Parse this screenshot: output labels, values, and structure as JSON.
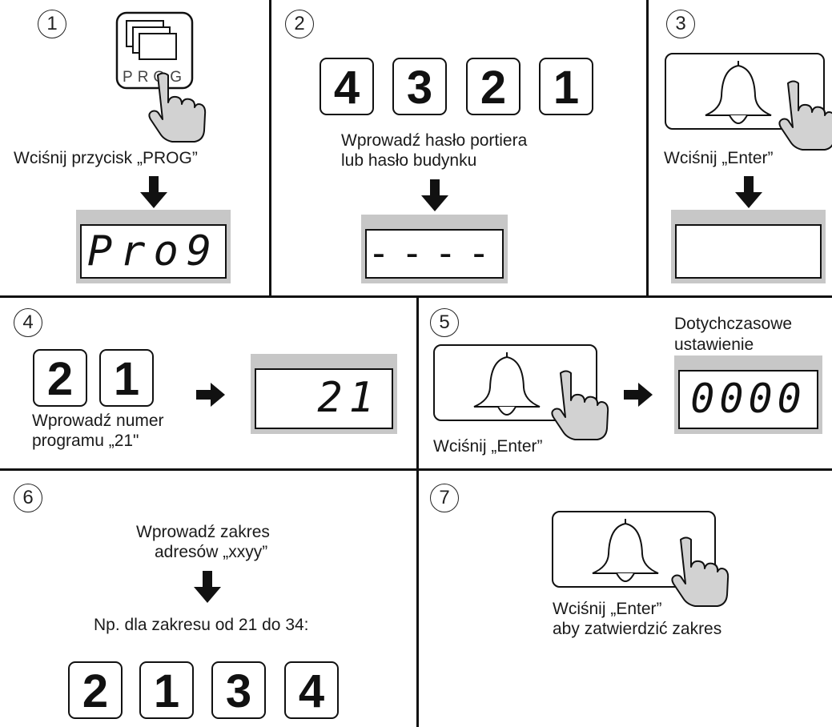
{
  "steps": [
    {
      "number": "1",
      "instruction": "Wciśnij przycisk „PROG”",
      "prog_key_label": "PROG",
      "display": "Pro9"
    },
    {
      "number": "2",
      "keys": [
        "4",
        "3",
        "2",
        "1"
      ],
      "instruction_line1": "Wprowadź hasło portiera",
      "instruction_line2": "lub hasło budynku",
      "display": "----"
    },
    {
      "number": "3",
      "instruction": "Wciśnij „Enter”",
      "display": ""
    },
    {
      "number": "4",
      "keys": [
        "2",
        "1"
      ],
      "instruction_line1": "Wprowadź numer",
      "instruction_line2": "programu „21\"",
      "display": "21"
    },
    {
      "number": "5",
      "instruction": "Wciśnij „Enter”",
      "caption_line1": "Dotychczasowe",
      "caption_line2": "ustawienie",
      "display": "0000"
    },
    {
      "number": "6",
      "instruction_line1": "Wprowadź zakres",
      "instruction_line2": "adresów „xxyy”",
      "example": "Np. dla zakresu od 21 do 34:",
      "keys": [
        "2",
        "1",
        "3",
        "4"
      ]
    },
    {
      "number": "7",
      "instruction_line1": "Wciśnij „Enter”",
      "instruction_line2": "aby zatwierdzić zakres"
    }
  ],
  "icons": {
    "bell": "bell-icon",
    "hand": "pointing-hand-icon",
    "arrow_down": "arrow-down-icon",
    "arrow_right": "arrow-right-icon"
  },
  "colors": {
    "display_frame": "#c7c7c7",
    "hand_fill": "#d2d2d2",
    "lines": "#111111"
  }
}
